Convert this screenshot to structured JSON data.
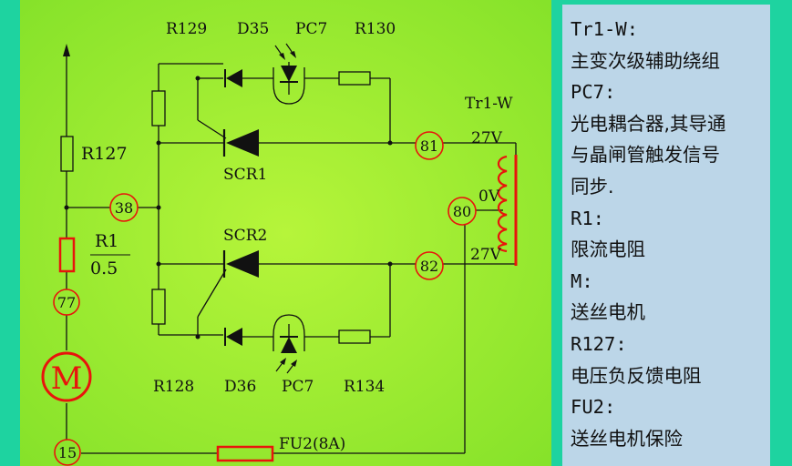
{
  "colors": {
    "background": "#1ed3a0",
    "circuit_bg_center": "#b6f53a",
    "circuit_bg_edge": "#88e62a",
    "notes_bg": "#bcd6e8",
    "highlight": "#e8140c",
    "wire": "#111111"
  },
  "labels": {
    "r129": "R129",
    "d35": "D35",
    "pc7_top": "PC7",
    "r130": "R130",
    "tr1w": "Tr1-W",
    "r127": "R127",
    "scr1": "SCR1",
    "scr2": "SCR2",
    "r1": "R1",
    "r1_value": "0.5",
    "motor": "M",
    "r128": "R128",
    "d36": "D36",
    "pc7_bottom": "PC7",
    "r134": "R134",
    "fu2": "FU2(8A)",
    "v_top": "27V",
    "v_mid": "0V",
    "v_bottom": "27V"
  },
  "nodes": {
    "n38": "38",
    "n77": "77",
    "n15": "15",
    "n81": "81",
    "n80": "80",
    "n82": "82"
  },
  "notes": [
    {
      "text": "Tr1-W:",
      "lang": "en"
    },
    {
      "text": "主变次级辅助绕组",
      "lang": "zh"
    },
    {
      "text": "PC7:",
      "lang": "en"
    },
    {
      "text": "光电耦合器,其导通",
      "lang": "zh"
    },
    {
      "text": "与晶闸管触发信号",
      "lang": "zh"
    },
    {
      "text": "同步.",
      "lang": "zh"
    },
    {
      "text": "R1:",
      "lang": "en"
    },
    {
      "text": "限流电阻",
      "lang": "zh"
    },
    {
      "text": "M:",
      "lang": "en"
    },
    {
      "text": "送丝电机",
      "lang": "zh"
    },
    {
      "text": "R127:",
      "lang": "en"
    },
    {
      "text": "电压负反馈电阻",
      "lang": "zh"
    },
    {
      "text": "FU2:",
      "lang": "en"
    },
    {
      "text": "送丝电机保险",
      "lang": "zh"
    }
  ]
}
